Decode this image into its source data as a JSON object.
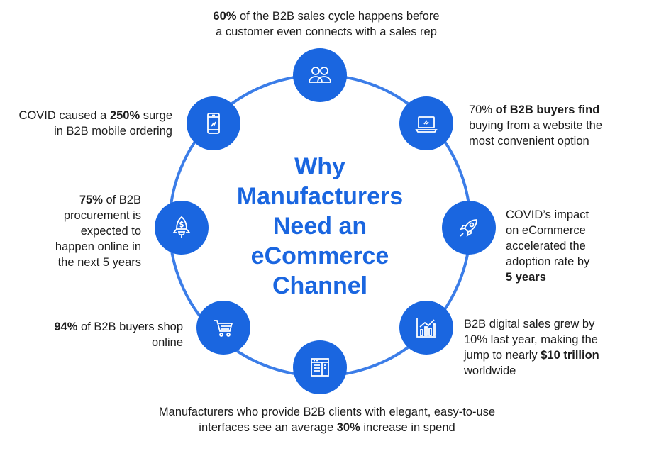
{
  "title_lines": [
    "Why",
    "Manufacturers",
    "Need an",
    "eCommerce",
    "Channel"
  ],
  "colors": {
    "accent": "#1a66e0",
    "ring": "#3b7de8",
    "text": "#1c1c1c"
  },
  "stats": [
    {
      "icon": "people-icon",
      "lines": [
        [
          {
            "b": "60%"
          },
          {
            "t": " of the B2B sales cycle happens before"
          }
        ],
        [
          {
            "t": "a customer even connects with a sales rep"
          }
        ]
      ]
    },
    {
      "icon": "laptop-icon",
      "lines": [
        [
          {
            "t": "70% "
          },
          {
            "b": "of B2B buyers find"
          }
        ],
        [
          {
            "t": "buying from a website the"
          }
        ],
        [
          {
            "t": "most convenient option"
          }
        ]
      ]
    },
    {
      "icon": "rocket-icon",
      "lines": [
        [
          {
            "t": "COVID’s impact"
          }
        ],
        [
          {
            "t": "on eCommerce"
          }
        ],
        [
          {
            "t": "accelerated the"
          }
        ],
        [
          {
            "t": "adoption rate by"
          }
        ],
        [
          {
            "b": "5 years"
          }
        ]
      ]
    },
    {
      "icon": "chart-icon",
      "lines": [
        [
          {
            "t": "B2B digital sales grew by"
          }
        ],
        [
          {
            "t": "10% last year, making the"
          }
        ],
        [
          {
            "t": "jump to nearly "
          },
          {
            "b": "$10 trillion"
          }
        ],
        [
          {
            "t": "worldwide"
          }
        ]
      ]
    },
    {
      "icon": "browser-window-icon",
      "lines": [
        [
          {
            "t": "Manufacturers who provide B2B clients with elegant, easy-to-use"
          }
        ],
        [
          {
            "t": "interfaces see an average "
          },
          {
            "b": "30%"
          },
          {
            "t": " increase in spend"
          }
        ]
      ]
    },
    {
      "icon": "shopping-cart-icon",
      "lines": [
        [
          {
            "b": "94%"
          },
          {
            "t": " of B2B buyers shop"
          }
        ],
        [
          {
            "t": "online"
          }
        ]
      ]
    },
    {
      "icon": "money-rocket-icon",
      "lines": [
        [
          {
            "b": "75%"
          },
          {
            "t": " of B2B"
          }
        ],
        [
          {
            "t": "procurement is"
          }
        ],
        [
          {
            "t": "expected to"
          }
        ],
        [
          {
            "t": "happen online in"
          }
        ],
        [
          {
            "t": "the next 5 years"
          }
        ]
      ]
    },
    {
      "icon": "mobile-phone-icon",
      "lines": [
        [
          {
            "t": "COVID caused a "
          },
          {
            "b": "250%"
          },
          {
            "t": " surge"
          }
        ],
        [
          {
            "t": "in B2B mobile ordering"
          }
        ]
      ]
    }
  ]
}
